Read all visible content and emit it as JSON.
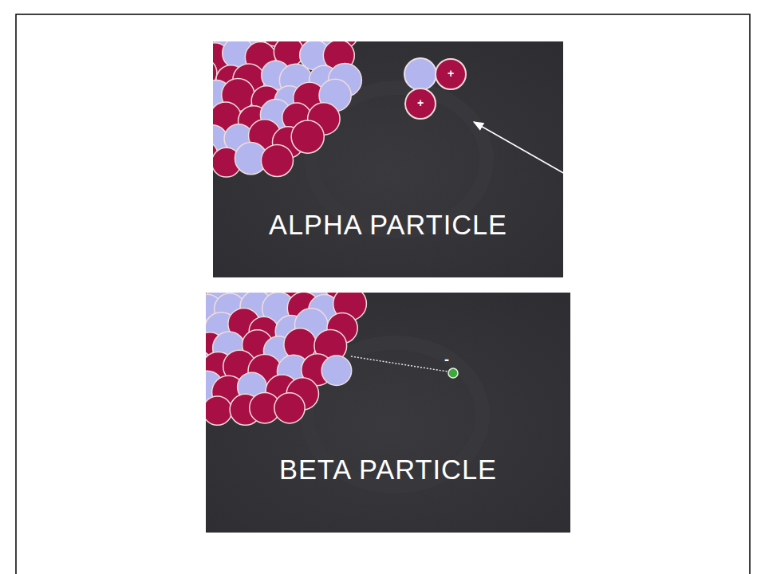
{
  "diagram": {
    "nodes": [
      {
        "text": [
          "ALPHA PARTICLE"
        ]
      },
      {
        "text": [
          "+"
        ],
        "in": 0
      },
      {
        "text": [
          "+"
        ],
        "in": 0
      },
      {
        "text": [
          "BETA PARTICLE"
        ]
      }
    ],
    "labels": [
      "-"
    ]
  }
}
